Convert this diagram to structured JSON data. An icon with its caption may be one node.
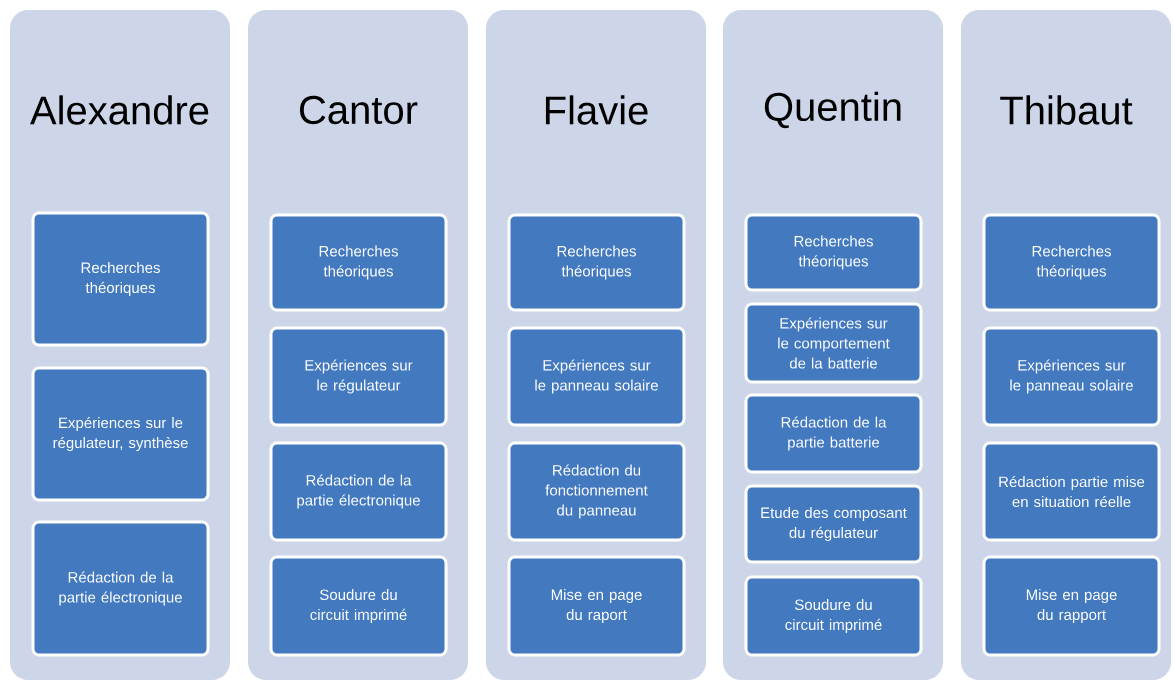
{
  "diagram": {
    "nodes": [
      {
        "text": [
          "Alexandre"
        ]
      },
      {
        "text": [
          "Recherches théoriques"
        ],
        "in": 0
      },
      {
        "text": [
          "Expériences sur le régulateur, synthèse"
        ],
        "in": 0
      },
      {
        "text": [
          "Rédaction de la partie électronique"
        ],
        "in": 0
      },
      {
        "text": [
          "Cantor"
        ]
      },
      {
        "text": [
          "Recherches théoriques"
        ],
        "in": 4
      },
      {
        "text": [
          "Expériences sur le régulateur"
        ],
        "in": 4
      },
      {
        "text": [
          "Rédaction de la partie électronique"
        ],
        "in": 4
      },
      {
        "text": [
          "Soudure du circuit imprimé"
        ],
        "in": 4
      },
      {
        "text": [
          "Flavie"
        ]
      },
      {
        "text": [
          "Recherches théoriques"
        ],
        "in": 9
      },
      {
        "text": [
          "Expériences sur le panneau solaire"
        ],
        "in": 9
      },
      {
        "text": [
          "Rédaction du fonctionnement du panneau"
        ],
        "in": 9
      },
      {
        "text": [
          "Mise en page du raport"
        ],
        "in": 9
      },
      {
        "text": [
          "Quentin"
        ]
      },
      {
        "text": [
          "Recherches théoriques"
        ],
        "in": 14
      },
      {
        "text": [
          "Expériences sur le comportement de la batterie"
        ],
        "in": 14
      },
      {
        "text": [
          "Rédaction de la partie batterie"
        ],
        "in": 14
      },
      {
        "text": [
          "Etude des composant du régulateur"
        ],
        "in": 14
      },
      {
        "text": [
          "Soudure du circuit imprimé"
        ],
        "in": 14
      },
      {
        "text": [
          "Thibaut"
        ]
      },
      {
        "text": [
          "Recherches théoriques"
        ],
        "in": 20
      },
      {
        "text": [
          "Expériences sur le panneau solaire"
        ],
        "in": 20
      },
      {
        "text": [
          "Rédaction partie mise en situation réelle"
        ],
        "in": 20
      },
      {
        "text": [
          "Mise en page du rapport"
        ],
        "in": 20
      }
    ],
    "edges": []
  }
}
